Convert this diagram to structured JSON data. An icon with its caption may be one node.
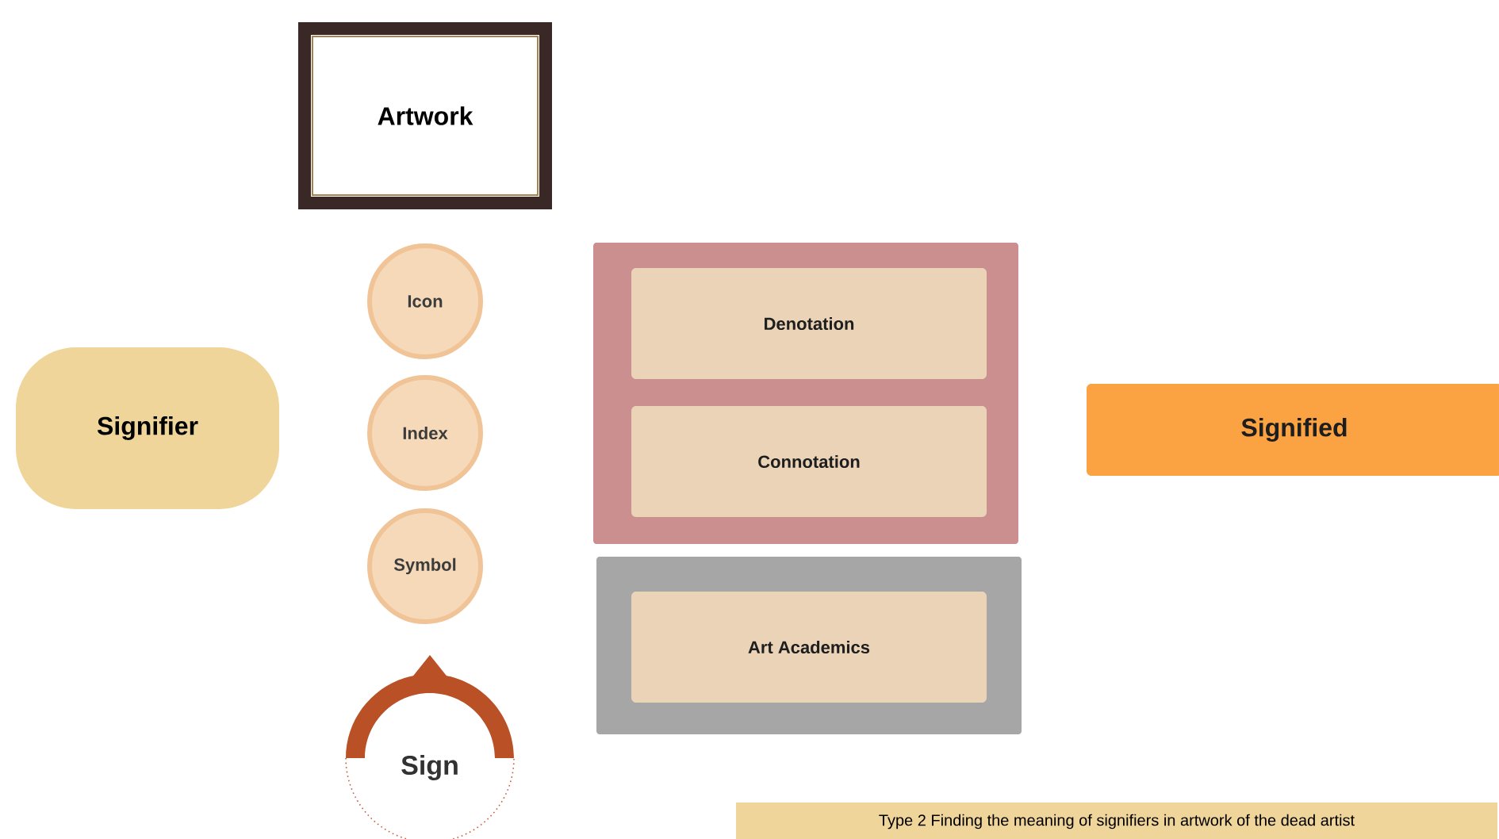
{
  "diagram": {
    "nodes": [
      {
        "text": [
          "Artwork"
        ]
      },
      {
        "text": [
          "Signifier"
        ]
      },
      {
        "text": [
          "Icon"
        ]
      },
      {
        "text": [
          "Index"
        ]
      },
      {
        "text": [
          "Symbol"
        ]
      },
      {
        "text": [
          "Sign"
        ]
      },
      {
        "text": [],
        "shape": "box"
      },
      {
        "text": [
          "Denotation"
        ],
        "in": 6
      },
      {
        "text": [
          "Connotation"
        ],
        "in": 6
      },
      {
        "text": [],
        "shape": "box"
      },
      {
        "text": [
          "Art Academics"
        ],
        "in": 9
      },
      {
        "text": [
          "Signified"
        ]
      },
      {
        "text": [
          "Type 2 Finding the meaning of signifiers in artwork of the dead artist"
        ]
      }
    ],
    "edges": []
  }
}
